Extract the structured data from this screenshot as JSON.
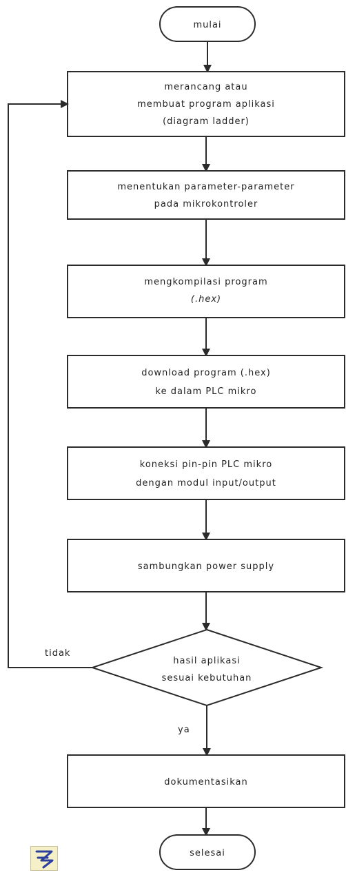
{
  "diagram": {
    "nodes": {
      "start": {
        "label": "mulai"
      },
      "step1": {
        "line1": "merancang atau",
        "line2": "membuat program aplikasi",
        "line3": "(diagram ladder)"
      },
      "step2": {
        "line1": "menentukan parameter-parameter",
        "line2": "pada mikrokontroler"
      },
      "step3": {
        "line1": "mengkompilasi program",
        "line2": "(.hex)"
      },
      "step4": {
        "line1": "download program (.hex)",
        "line2": "ke dalam PLC mikro"
      },
      "step5": {
        "line1": "koneksi pin-pin PLC mikro",
        "line2": "dengan modul input/output"
      },
      "step6": {
        "line1": "sambungkan power supply"
      },
      "decision": {
        "line1": "hasil aplikasi",
        "line2": "sesuai kebutuhan"
      },
      "step7": {
        "line1": "dokumentasikan"
      },
      "end": {
        "label": "selesai"
      }
    },
    "edges": {
      "no_label": "tidak",
      "yes_label": "ya"
    }
  },
  "icons": {
    "corner_logo": "app-logo-icon",
    "corner_logo_color": "#2c3f9c"
  }
}
